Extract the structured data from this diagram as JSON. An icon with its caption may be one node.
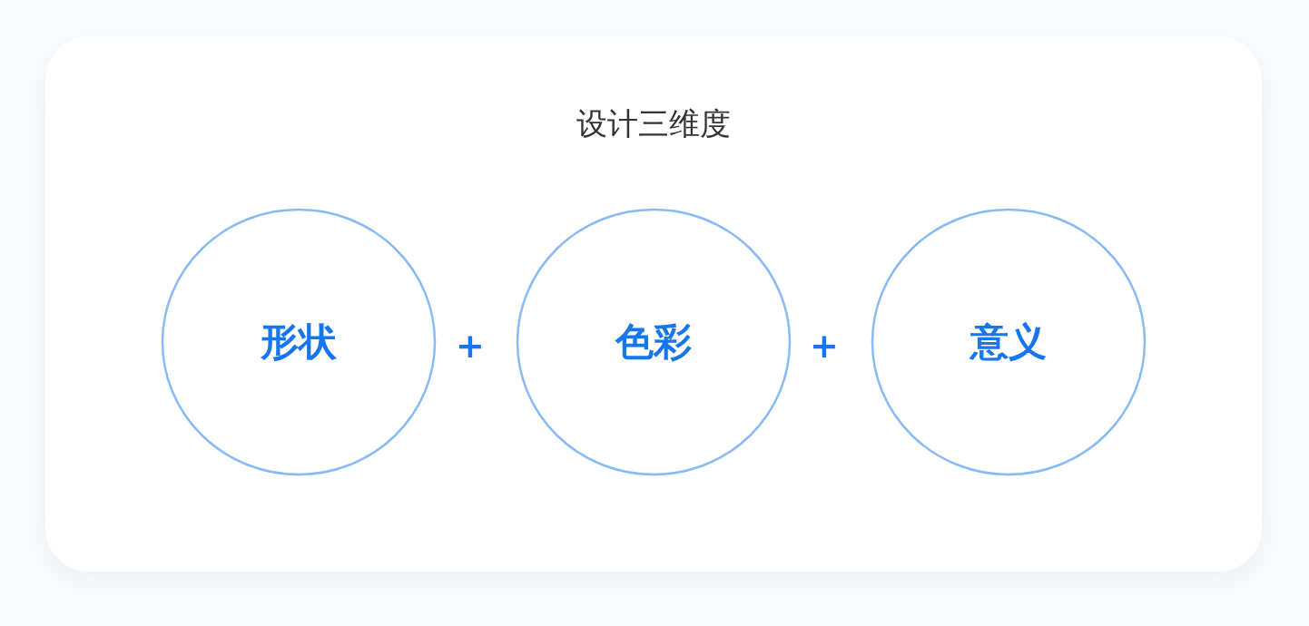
{
  "diagram": {
    "title": "设计三维度",
    "nodes": [
      {
        "text": [
          "形状"
        ]
      },
      {
        "text": [
          "色彩"
        ]
      },
      {
        "text": [
          "意义"
        ]
      }
    ],
    "labels": [
      "+",
      "+"
    ]
  }
}
